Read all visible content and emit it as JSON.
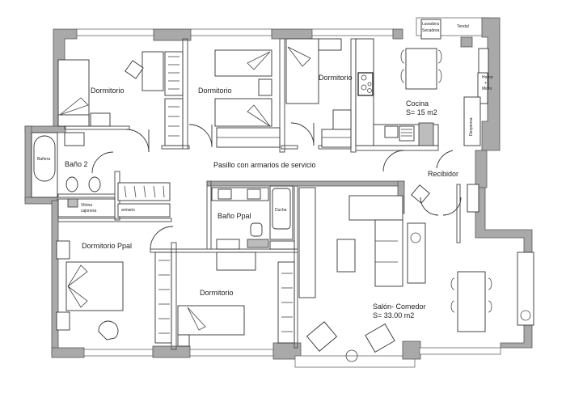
{
  "plan": {
    "rooms": {
      "dormitorio_1": "Dormitorio",
      "dormitorio_2": "Dormitorio",
      "dormitorio_3": "Dormitorio",
      "dormitorio_4": "Dormitorio",
      "dormitorio_ppal": "Dormitorio Ppal",
      "bano_2": "Baño 2",
      "bano_ppal": "Baño Ppal",
      "pasillo": "Pasillo con armarios de servicio",
      "cocina": "Cocina",
      "cocina_area": "S= 15 m2",
      "recibidor": "Recibidor",
      "salon": "Salón- Comedor",
      "salon_area": "S= 33.00 m2"
    },
    "fixtures": {
      "banera": "Bañera",
      "ducha": "Ducha",
      "vitrina": "Vitrina",
      "cajonera": "cajonera",
      "armario": "armario",
      "lavadora": "Lavadora",
      "secadora": "Secadora",
      "tendal": "Tendal",
      "horno": "Horno",
      "plus": "+",
      "micro": "Micro",
      "despensa": "Despensa"
    },
    "colors": {
      "wall": "#a9a9a9",
      "line": "#333333",
      "background": "#ffffff"
    }
  }
}
